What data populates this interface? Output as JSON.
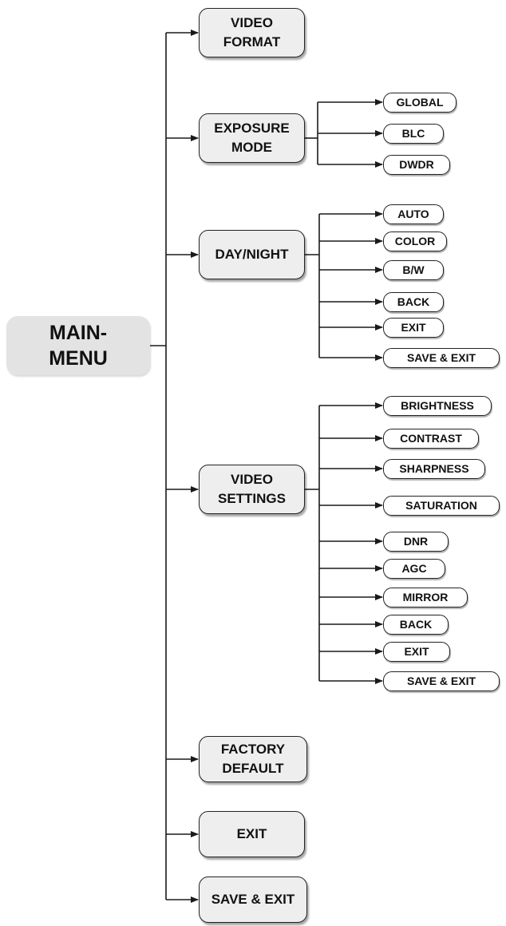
{
  "root": {
    "label": "MAIN-\nMENU"
  },
  "main_menu": [
    {
      "id": "video-format",
      "label": "VIDEO\nFORMAT",
      "children": []
    },
    {
      "id": "exposure-mode",
      "label": "EXPOSURE\nMODE",
      "children": [
        "GLOBAL",
        "BLC",
        "DWDR"
      ]
    },
    {
      "id": "day-night",
      "label": "DAY/NIGHT",
      "children": [
        "AUTO",
        "COLOR",
        "B/W",
        "BACK",
        "EXIT",
        "SAVE & EXIT"
      ]
    },
    {
      "id": "video-settings",
      "label": "VIDEO\nSETTINGS",
      "children": [
        "BRIGHTNESS",
        "CONTRAST",
        "SHARPNESS",
        "SATURATION",
        "DNR",
        "AGC",
        "MIRROR",
        "BACK",
        "EXIT",
        "SAVE & EXIT"
      ]
    },
    {
      "id": "factory-default",
      "label": "FACTORY\nDEFAULT",
      "children": []
    },
    {
      "id": "exit",
      "label": "EXIT",
      "children": []
    },
    {
      "id": "save-exit",
      "label": "SAVE & EXIT",
      "children": []
    }
  ],
  "colors": {
    "line": "#1a1a1a",
    "root_fill": "#e3e3e3",
    "node_fill": "#eeeeee",
    "sub_fill": "#ffffff"
  }
}
